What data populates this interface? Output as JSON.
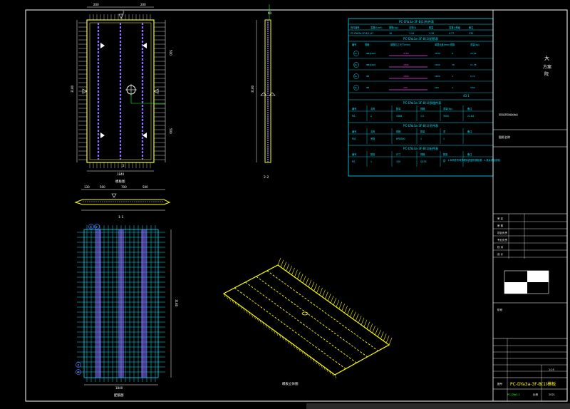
{
  "colors": {
    "frame": "#ffffff",
    "cyan": "#00e5ff",
    "yellow": "#ffff00",
    "magenta": "#ff3cf0",
    "green": "#22ff22",
    "blue": "#3c6cff",
    "violet": "#8a6cff"
  },
  "plan": {
    "dim_top_left": "200",
    "dim_top_right": "200",
    "dim_left": "3180",
    "dim_right_top": "500",
    "dim_right_bot": "500",
    "dim_bottom": "1840",
    "section_mark": "2",
    "caption": "模板图"
  },
  "section11": {
    "dims": [
      "130",
      "500",
      "700",
      "500"
    ],
    "caption": "1-1"
  },
  "section22": {
    "dim_top": "60",
    "dim_left": "3180",
    "caption": "2-2"
  },
  "rebar": {
    "caption": "配筋图",
    "labels": [
      "1",
      "2",
      "3",
      "4"
    ],
    "dim_bottom": "1840",
    "dim_right": "3180"
  },
  "iso": {
    "caption": "模板立体图"
  },
  "tables": {
    "t1_title": "PC-DYa3a-3F-B(1)构件表",
    "t1_header": [
      "构件编号",
      "混凝土(m³)",
      "钢筋(kg)",
      "总重(t)",
      "数量",
      "混凝土等级",
      "备注"
    ],
    "t1_row": [
      "PC-DYa3a-3F-B(1)",
      "47",
      "18",
      "1.54",
      "3.18",
      "0.77",
      "C30"
    ],
    "t2_title": "PC-DYa3a-3F-B(1)配筋表",
    "t2_header": [
      "编号",
      "规格",
      "钢筋加工尺寸(mm)",
      "单根长度(mm)",
      "根数",
      "重量(kg)"
    ],
    "t2_rows": [
      {
        "no": "1a",
        "spec": "Φ8@200",
        "shape": "3180",
        "len": "3180",
        "n": "8",
        "w": "20.26"
      },
      {
        "no": "2a",
        "spec": "Φ8@200",
        "shape": "1840",
        "len": "1840",
        "n": "16",
        "w": "11.78"
      },
      {
        "no": "3a",
        "spec": "Φ6",
        "shape": "1800",
        "len": "1800",
        "n": "3",
        "w": "0.72"
      },
      {
        "no": "4a",
        "spec": "Φ8",
        "shape": "200",
        "len": "200",
        "n": "4",
        "w": "3.64"
      }
    ],
    "t2_total": "43.1",
    "t3_title": "PC-DYa3a-3F-B(1)预埋件表",
    "t3_header": [
      "编号",
      "名称",
      "数量",
      "规格",
      "重量(kg)",
      "备注"
    ],
    "t3_row": [
      "M1",
      "2",
      "3368",
      "1.0",
      "3000",
      "21.84"
    ],
    "t4_title": "PC-DYa3a-3F-B(1)吊件表",
    "t4_header": [
      "编号",
      "名称",
      "规格",
      "数量",
      "重",
      "备注"
    ],
    "t4_row": [
      "MJ1",
      "吊钩",
      "HPB300",
      "1",
      "1",
      ""
    ],
    "t5_title": "PC-DYa3a-3F-B(1)配件表",
    "t5_header": [
      "编号",
      "数量",
      "尺寸",
      "规格",
      "数量",
      "备注"
    ],
    "t5_row": [
      "M1",
      "1",
      "100",
      "Q235",
      "1",
      "1"
    ],
    "t5_note": "注：1.本构件所有预埋件须做防锈处理；2.其余详见说明。"
  },
  "titleblock": {
    "vert1": "大",
    "vert2": "方案",
    "vert3": "院",
    "project_note": "项目名称及相关信息",
    "design_label": "图纸名称",
    "rows": [
      "审 定",
      "审 核",
      "项目负责",
      "专业负责",
      "校 对",
      "设 计"
    ],
    "stage_label": "阶段",
    "drawing_label": "图号",
    "code": "PC-DYa3a-3F-B(1)模板",
    "scale_label": "比例",
    "scale": "1:25",
    "date": "2021",
    "page": "42",
    "bottom_left": "PC-DYa3-1"
  }
}
